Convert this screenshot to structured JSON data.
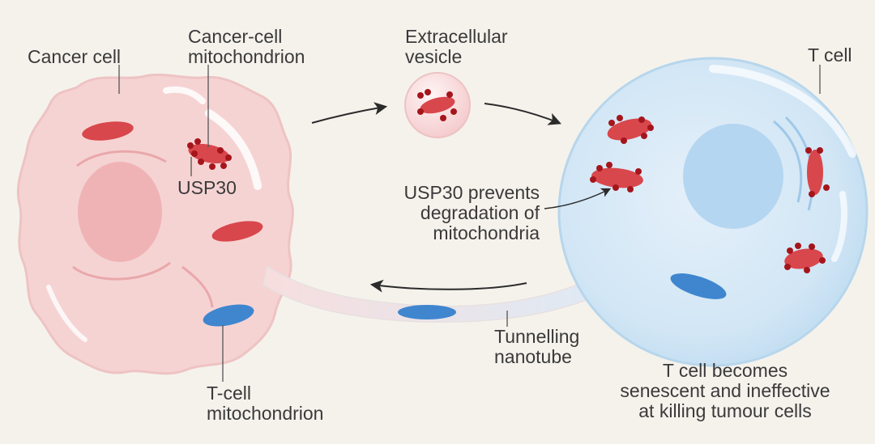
{
  "colors": {
    "background": "#f5f2ec",
    "cancer_cell": "#f6d3d3",
    "cancer_nucleus": "#efb3b6",
    "t_cell": "#d4e8f6",
    "t_cell_nucleus": "#b5d6f1",
    "cancer_mitochondrion": "#d8474c",
    "t_cell_mitochondrion": "#3f86cf",
    "usp30": "#a5151c",
    "arrow": "#2b2b2b"
  },
  "labels": {
    "cancer_cell": "Cancer cell",
    "cancer_mito": [
      "Cancer-cell",
      "mitochondrion"
    ],
    "usp30": "USP30",
    "vesicle": [
      "Extracellular",
      "vesicle"
    ],
    "t_cell": "T cell",
    "usp30_prevents": [
      "USP30 prevents",
      "degradation of",
      "mitochondria"
    ],
    "nanotube": [
      "Tunnelling",
      "nanotube"
    ],
    "t_cell_mito": [
      "T-cell",
      "mitochondrion"
    ],
    "outcome": [
      "T cell becomes",
      "senescent and ineffective",
      "at killing tumour cells"
    ]
  }
}
